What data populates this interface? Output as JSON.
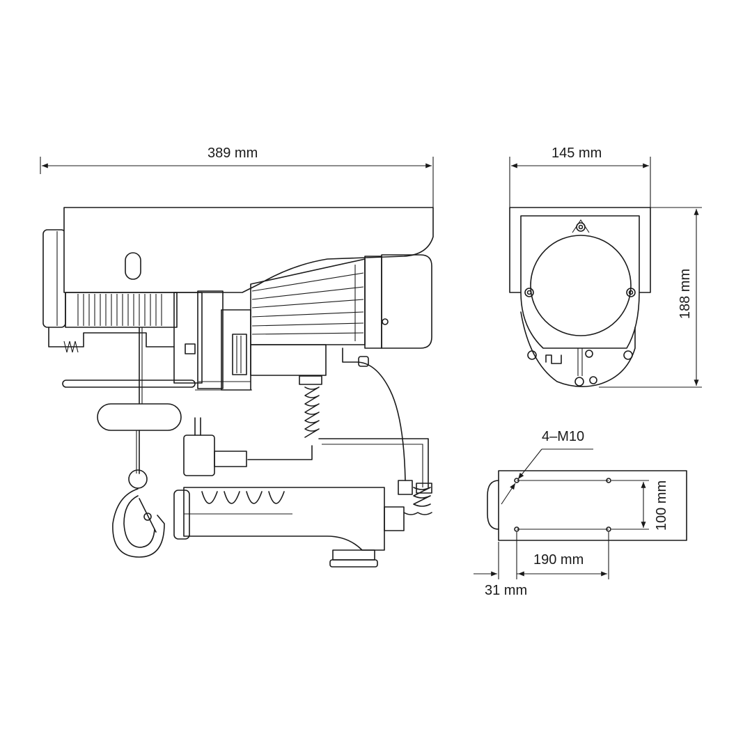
{
  "dimensions": {
    "side_width": "389 mm",
    "front_width": "145 mm",
    "front_height": "188 mm",
    "mount_bolts": "4–M10",
    "mount_bolt_spacing_y": "100 mm",
    "mount_bolt_spacing_x": "190 mm",
    "mount_offset": "31 mm"
  },
  "icons": [
    "hoist-side-view",
    "hoist-front-view",
    "mounting-plate-view",
    "hook-icon",
    "pendant-control-icon",
    "power-plug-icon"
  ]
}
